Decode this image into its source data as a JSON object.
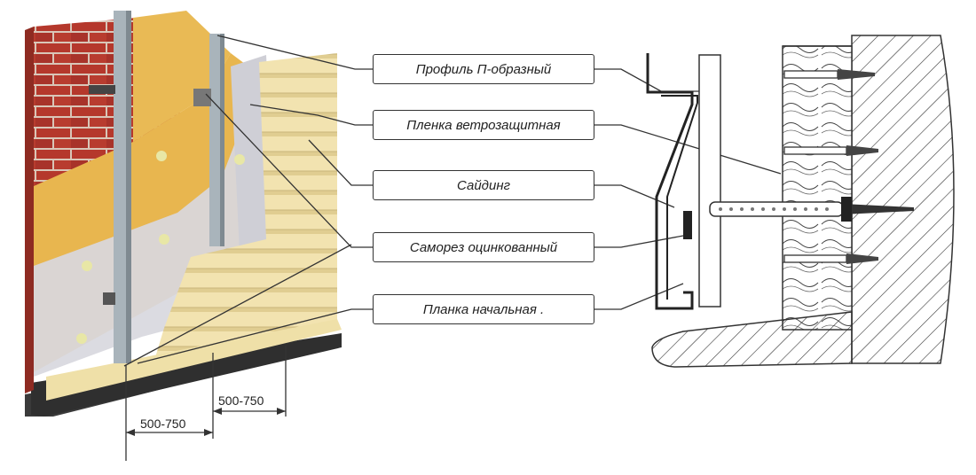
{
  "labels": {
    "profile": "Профиль  П-образный",
    "film": "Пленка ветрозащитная",
    "siding": "Сайдинг",
    "screw": "Саморез оцинкованный",
    "starter": "Планка начальная ."
  },
  "dimensions": {
    "left": "500-750",
    "right": "500-750"
  },
  "colors": {
    "brick": "#b5382c",
    "mortar": "#d9c6b8",
    "insulation": "#e8b64f",
    "membrane": "#d8d8de",
    "siding": "#f2e3b0",
    "profile": "#a9b4bb",
    "base": "#3a3a3a",
    "line": "#333333"
  }
}
